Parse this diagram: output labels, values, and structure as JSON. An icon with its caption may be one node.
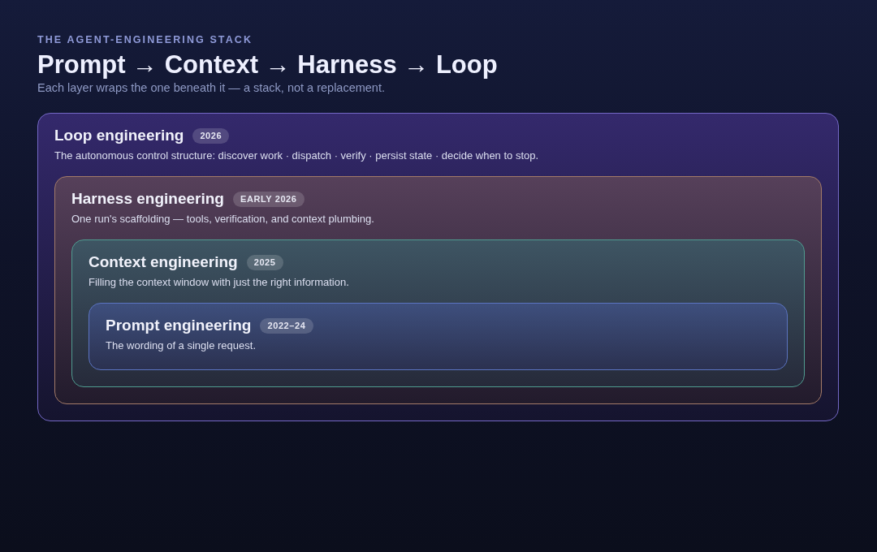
{
  "diagram": {
    "title": "Prompt → Context → Harness → Loop",
    "nodes": [
      {
        "text": [
          "Loop engineering",
          "2026",
          "The autonomous control structure: discover work · dispatch · verify · persist state · decide when to stop."
        ]
      },
      {
        "text": [
          "Harness engineering",
          "EARLY 2026",
          "One run's scaffolding — tools, verification, and context plumbing."
        ],
        "in": 0
      },
      {
        "text": [
          "Context engineering",
          "2025",
          "Filling the context window with just the right information."
        ],
        "in": 1
      },
      {
        "text": [
          "Prompt engineering",
          "2022–24",
          "The wording of a single request."
        ],
        "in": 2
      }
    ],
    "labels": [
      "THE AGENT-ENGINEERING STACK",
      "Each layer wraps the one beneath it — a stack, not a replacement."
    ]
  }
}
